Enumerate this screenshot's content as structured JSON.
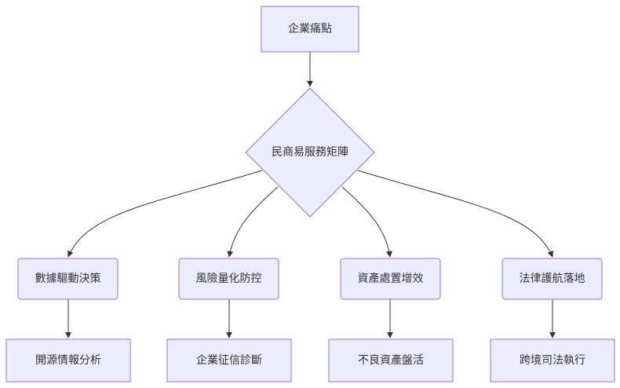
{
  "colors": {
    "node_fill": "#ECECFF",
    "node_stroke": "#9370DB",
    "edge": "#333333",
    "text": "#333333"
  },
  "nodes": {
    "root": "企業痛點",
    "hub": "民商易服務矩陣",
    "branch_1": "數據驅動決策",
    "branch_2": "風險量化防控",
    "branch_3": "資產處置增效",
    "branch_4": "法律護航落地",
    "leaf_1": "開源情報分析",
    "leaf_2": "企業征信診斷",
    "leaf_3": "不良資產盤活",
    "leaf_4": "跨境司法執行"
  },
  "edges": [
    [
      "root",
      "hub"
    ],
    [
      "hub",
      "branch_1"
    ],
    [
      "hub",
      "branch_2"
    ],
    [
      "hub",
      "branch_3"
    ],
    [
      "hub",
      "branch_4"
    ],
    [
      "branch_1",
      "leaf_1"
    ],
    [
      "branch_2",
      "leaf_2"
    ],
    [
      "branch_3",
      "leaf_3"
    ],
    [
      "branch_4",
      "leaf_4"
    ]
  ]
}
